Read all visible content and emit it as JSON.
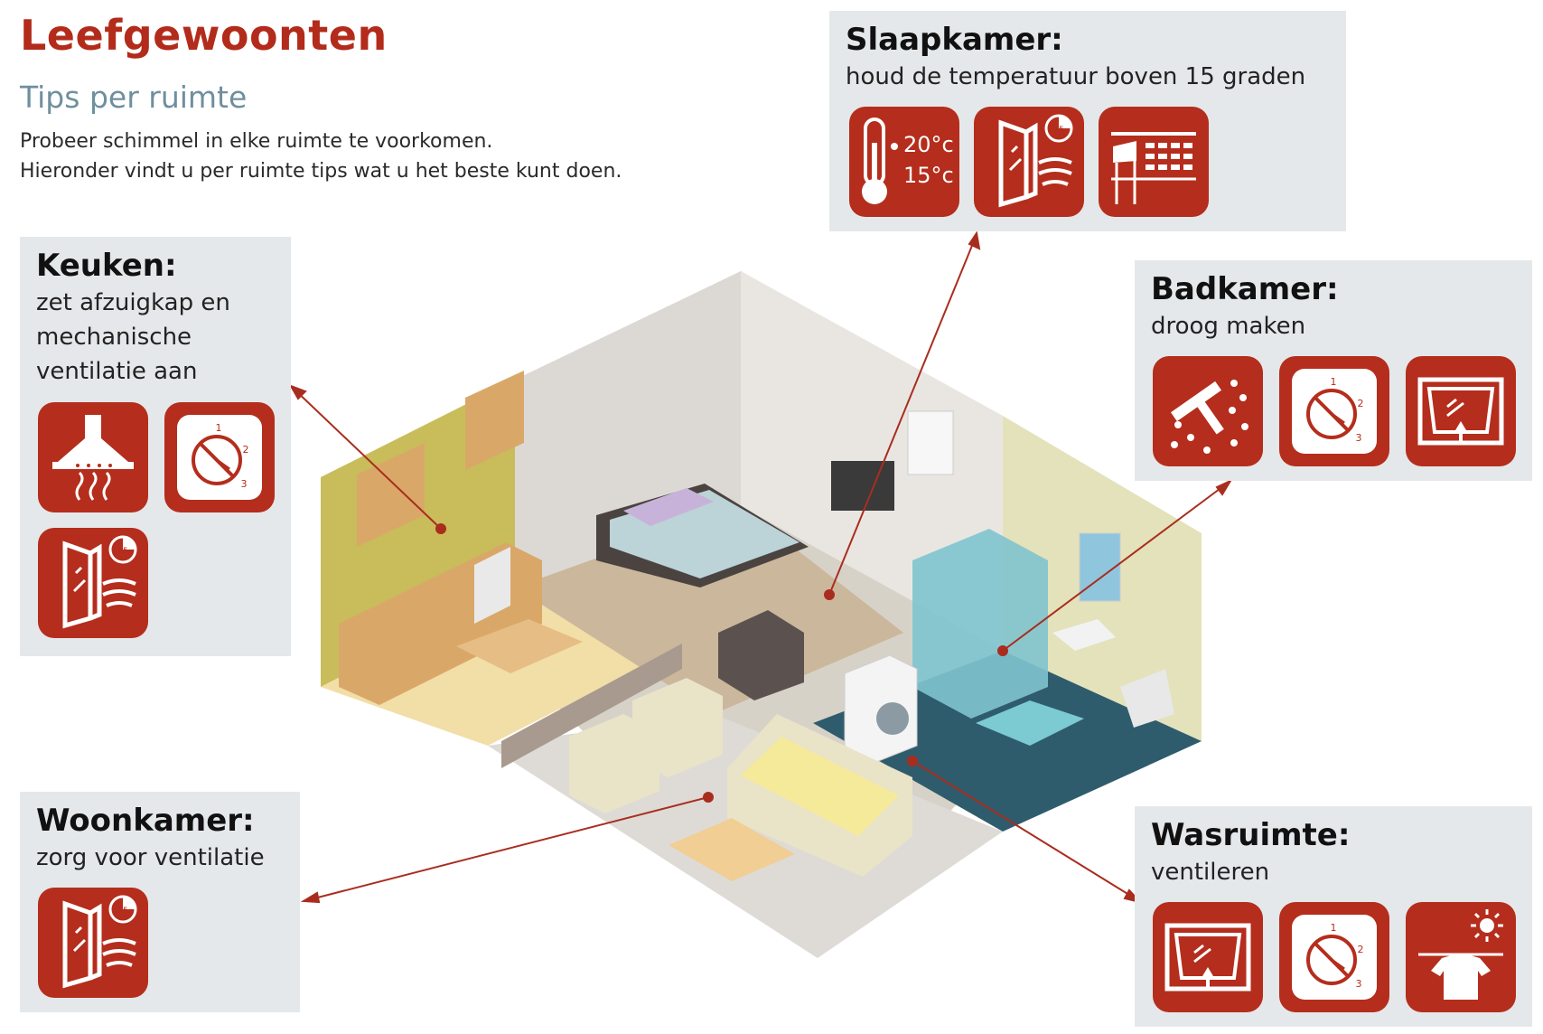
{
  "header": {
    "title": "Leefgewoonten",
    "subtitle": "Tips per ruimte",
    "intro_line1": "Probeer schimmel in elke ruimte te voorkomen.",
    "intro_line2": "Hieronder vindt u per ruimte tips wat u het beste kunt doen."
  },
  "colors": {
    "accent": "#b52d1c",
    "panel": "#e5e8ea",
    "subtitle": "#6f8f9e"
  },
  "rooms": {
    "slaapkamer": {
      "name": "Slaapkamer:",
      "tip": "houd de temperatuur boven 15 graden",
      "icons": [
        "thermometer-icon",
        "window-ventilate-15min-icon",
        "curtain-radiator-icon"
      ],
      "temp_day": "20°c",
      "temp_night": "15°c",
      "timer": "15"
    },
    "keuken": {
      "name": "Keuken:",
      "tip": "zet afzuigkap en\nmechanische\nventilatie aan",
      "icons": [
        "cooker-hood-icon",
        "ventilation-dial-icon",
        "window-ventilate-15min-icon"
      ],
      "timer": "15"
    },
    "badkamer": {
      "name": "Badkamer:",
      "tip": "droog maken",
      "icons": [
        "squeegee-icon",
        "ventilation-dial-icon",
        "tilt-window-icon"
      ]
    },
    "woonkamer": {
      "name": "Woonkamer:",
      "tip": "zorg voor ventilatie",
      "icons": [
        "window-ventilate-15min-icon"
      ],
      "timer": "15"
    },
    "wasruimte": {
      "name": "Wasruimte:",
      "tip": "ventileren",
      "icons": [
        "tilt-window-icon",
        "ventilation-dial-icon",
        "laundry-sun-icon"
      ]
    }
  },
  "dial_labels": [
    "1",
    "2",
    "3"
  ]
}
